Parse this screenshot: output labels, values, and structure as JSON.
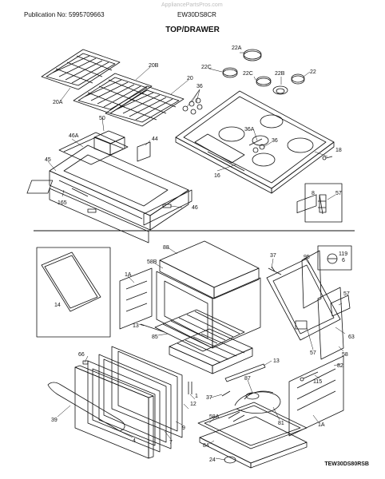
{
  "header": {
    "publication": "Publication No: 5995709663",
    "model": "EW30DS8CR",
    "watermark": "AppliancePartsPros.com",
    "section_title": "TOP/DRAWER"
  },
  "footer": {
    "code": "TEW30DS80RSB"
  },
  "callouts": {
    "c20a": "20A",
    "c20b": "20B",
    "c20": "20",
    "c22a": "22A",
    "c22c_1": "22C",
    "c22c_2": "22C",
    "c22b": "22B",
    "c22": "22",
    "c36_1": "36",
    "c36a": "36A",
    "c36_2": "36",
    "c18": "18",
    "c16": "16",
    "c46a": "46A",
    "c50": "50",
    "c44": "44",
    "c45": "45",
    "c165": "165",
    "c46": "46",
    "c8": "8",
    "c57_1": "57",
    "c88": "88",
    "c58b": "58B",
    "c1a_1": "1A",
    "c37_1": "37",
    "c95": "95",
    "c119": "119",
    "c6": "6",
    "c14": "14",
    "c57_2": "57",
    "c13_1": "13",
    "c85": "85",
    "c63": "63",
    "c57_3": "57",
    "c58": "58",
    "c66": "66",
    "c13_2": "13",
    "c82": "82",
    "c115": "115",
    "c87": "87",
    "c39": "39",
    "c4": "4",
    "c7": "7",
    "c9": "9",
    "c12": "12",
    "c1": "1",
    "c37_2": "37",
    "c58a": "58A",
    "c81": "81",
    "c1a_2": "1A",
    "c84": "84",
    "c24": "24"
  }
}
